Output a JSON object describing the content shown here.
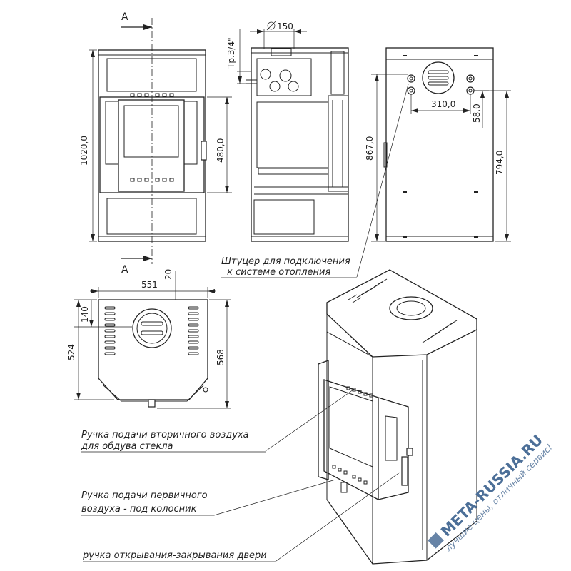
{
  "section_marks": {
    "top": "A",
    "bottom": "A"
  },
  "dimensions": {
    "height_total": "1020,0",
    "door_height": "480,0",
    "flue_diameter": "150",
    "pipe_thread": "Тр.3/4\"",
    "fitting_spacing": "310,0",
    "fitting_offset": "58,0",
    "height_867": "867,0",
    "height_794": "794,0",
    "plan_width": "551",
    "plan_offset": "20",
    "plan_depth_flue": "140",
    "plan_depth_body": "524",
    "plan_depth_total": "568"
  },
  "annotations": {
    "fitting_line1": "Штуцер для подключения",
    "fitting_line2": "к системе отопления",
    "secondary_air_line1": "Ручка подачи вторичного воздуха",
    "secondary_air_line2": "для обдува стекла",
    "primary_air_line1": "Ручка подачи первичного",
    "primary_air_line2": "воздуха - под колосник",
    "door_handle": "ручка открывания-закрывания двери"
  },
  "watermark": {
    "brand": "META-RUSSIA.RU",
    "slogan": "лучшие цены, отличный сервис!",
    "color": "#4c6f98"
  }
}
